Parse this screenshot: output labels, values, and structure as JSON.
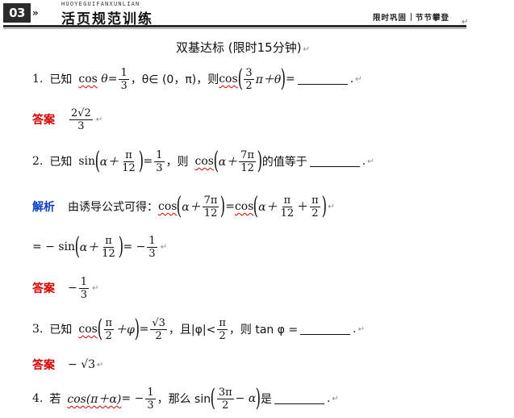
{
  "header": {
    "section_number": "03",
    "chevron": "»",
    "pinyin": "HUOYEGUIFANXUNLIAN",
    "title": "活页规范训练",
    "right_left": "限时巩固",
    "right_right": "节节攀登",
    "corner_mark": "↵"
  },
  "section_title": "双基达标 (限时15分钟)",
  "return_mark": "↵",
  "q1": {
    "num": "1.",
    "known": "已知",
    "cos": "cos",
    "theta": "θ",
    "eq": "=",
    "one": "1",
    "three": "3",
    "cond": "，θ∈ (0，π)，则",
    "frac_num": "3",
    "frac_den": "2",
    "pi_theta": "π＋θ",
    "tail_eq": "=",
    "tail_dot": "."
  },
  "a1": {
    "label": "答案",
    "num": "2√2",
    "den": "3"
  },
  "q2": {
    "num": "2.",
    "known": "已知",
    "sin": "sin",
    "alpha_plus": "α＋",
    "pi": "π",
    "twelve": "12",
    "eq": "=",
    "one": "1",
    "three": "3",
    "ze": "，则",
    "cos": "cos",
    "seven_pi": "7π",
    "tail": "的值等于",
    "dot": "."
  },
  "j2": {
    "label": "解析",
    "text": "由诱导公式可得：",
    "cos": "cos",
    "alpha_plus": "α＋",
    "seven_pi": "7π",
    "twelve": "12",
    "eq": "=",
    "pi": "π",
    "plus": "＋",
    "two": "2"
  },
  "j2b": {
    "lead": "= − sin",
    "alpha_plus": "α＋",
    "pi": "π",
    "twelve": "12",
    "eq_minus": "= −",
    "one": "1",
    "three": "3"
  },
  "a2": {
    "label": "答案",
    "minus": "−",
    "one": "1",
    "three": "3"
  },
  "q3": {
    "num": "3.",
    "known": "已知",
    "cos": "cos",
    "pi": "π",
    "two": "2",
    "plus_phi": "＋φ",
    "eq": "=",
    "root3": "√3",
    "cond_a": "，且|φ|<",
    "cond_b": "，则 tan φ =",
    "dot": "."
  },
  "a3": {
    "label": "答案",
    "minus": "−",
    "root3": "√3"
  },
  "q4": {
    "num": "4.",
    "ruo": "若",
    "cos_expr": "cos(π＋α)",
    "eq_minus": "= −",
    "one": "1",
    "three": "3",
    "name": "，那么 sin",
    "three_pi": "3π",
    "two": "2",
    "minus_alpha": "− α",
    "shi": "是",
    "dot": "."
  }
}
